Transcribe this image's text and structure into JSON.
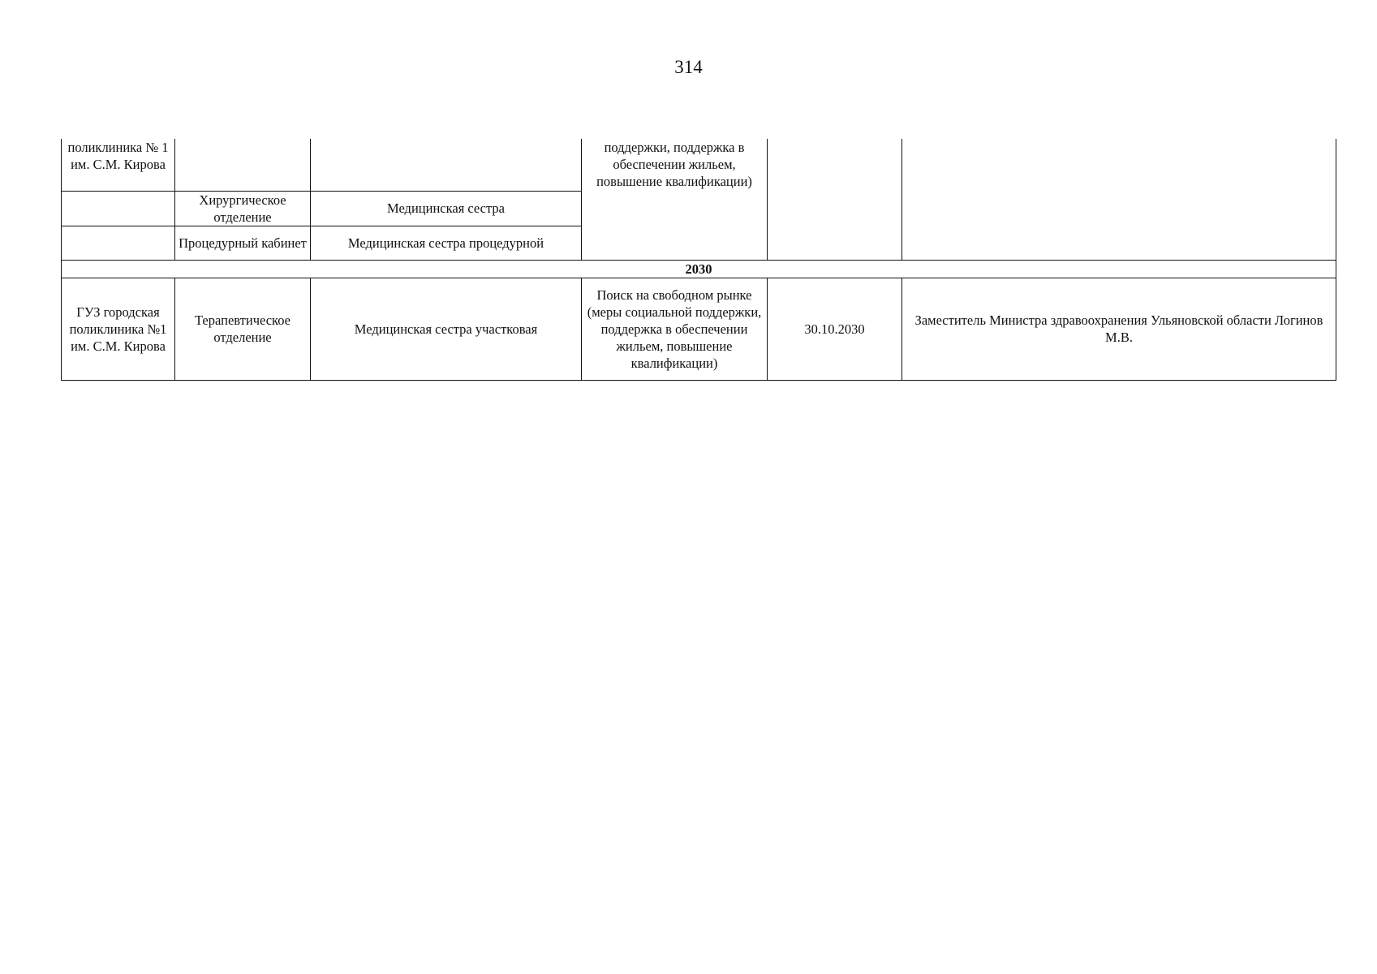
{
  "page": {
    "number": "314"
  },
  "continued_rows": {
    "org_tail": "поликлиника № 1 им. С.М. Кирова",
    "measures_tail": "поддержки, поддержка в обеспечении жильем, повышение квалификации)",
    "rows": [
      {
        "department": "Хирургическое отделение",
        "position": "Медицинская сестра"
      },
      {
        "department": "Процедурный кабинет",
        "position": "Медицинская сестра процедурной"
      }
    ]
  },
  "year_section": {
    "label": "2030"
  },
  "entry": {
    "organization": "ГУЗ городская поликлиника №1 им. С.М. Кирова",
    "department": "Терапевтическое отделение",
    "position": "Медицинская сестра участковая",
    "measures": "Поиск на свободном рынке (меры социальной поддержки, поддержка в обеспечении жильем, повышение квалификации)",
    "deadline": "30.10.2030",
    "responsible": "Заместитель Министра здравоохранения Ульяновской области Логинов М.В."
  }
}
